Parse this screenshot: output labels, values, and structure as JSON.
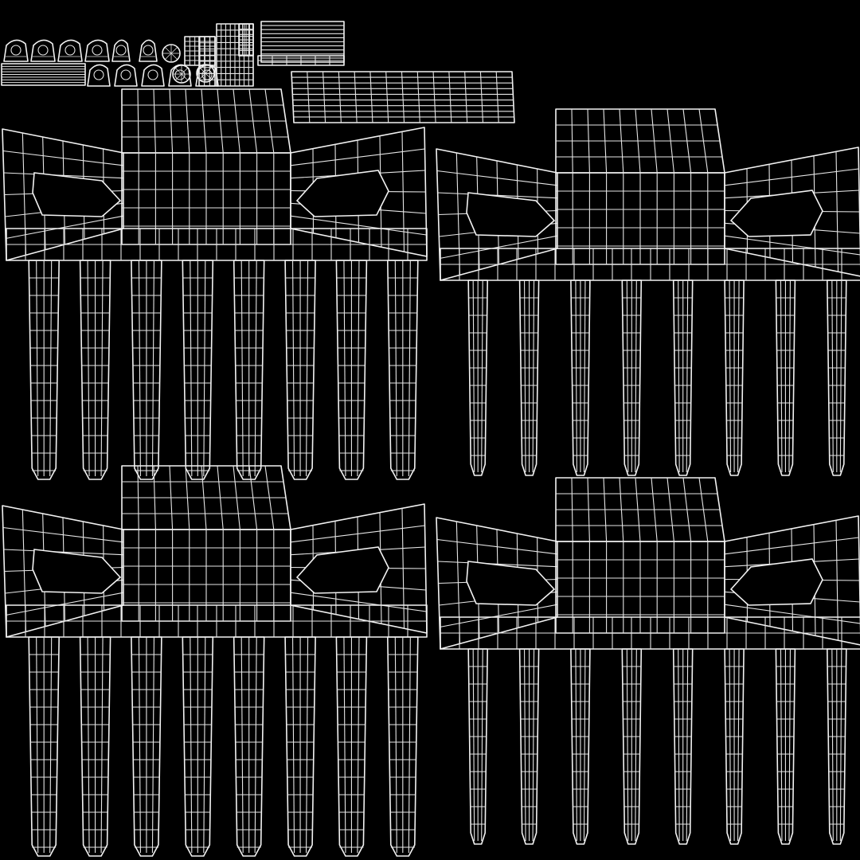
{
  "colors": {
    "background": "#000000",
    "wire": "#e6e6e6"
  },
  "layout": {
    "kind": "uv-unwrap-wireframe",
    "shells": [
      {
        "id": "shell-top-left",
        "tines": 8,
        "style": "thick"
      },
      {
        "id": "shell-top-right",
        "tines": 8,
        "style": "slim"
      },
      {
        "id": "shell-bottom-left",
        "tines": 8,
        "style": "thick"
      },
      {
        "id": "shell-bottom-right",
        "tines": 8,
        "style": "slim"
      }
    ],
    "small_islands": [
      {
        "id": "tooth-caps-row-1",
        "count": 6
      },
      {
        "id": "tooth-caps-row-2",
        "count": 5
      },
      {
        "id": "bolt-rosettes",
        "count": 3
      },
      {
        "id": "long-strip-left"
      },
      {
        "id": "grid-blocks",
        "count": 4
      },
      {
        "id": "stacked-strips-top"
      },
      {
        "id": "stacked-strips-wide"
      }
    ]
  }
}
